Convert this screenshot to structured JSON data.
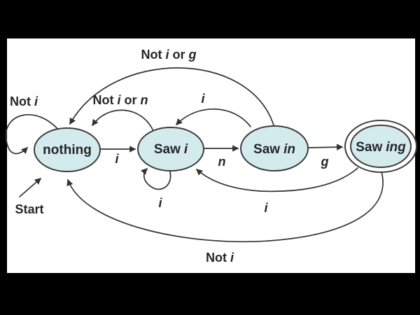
{
  "diagram": {
    "type": "finite-state-machine",
    "states": [
      {
        "main": "nothing",
        "italic": "",
        "accepting": false
      },
      {
        "main": "Saw",
        "italic": "i",
        "accepting": false
      },
      {
        "main": "Saw",
        "italic": "in",
        "accepting": false
      },
      {
        "main": "Saw",
        "italic": "ing",
        "accepting": true
      }
    ],
    "tokens": {
      "start": "Start",
      "not": "Not",
      "or": "or",
      "i": "i",
      "n": "n",
      "g": "g"
    },
    "transitions": [
      {
        "from": "nothing",
        "input": "Not i",
        "to": "nothing"
      },
      {
        "from": "nothing",
        "input": "i",
        "to": "Saw i"
      },
      {
        "from": "Saw i",
        "input": "i",
        "to": "Saw i"
      },
      {
        "from": "Saw i",
        "input": "n",
        "to": "Saw in"
      },
      {
        "from": "Saw i",
        "input": "Not i or n",
        "to": "nothing"
      },
      {
        "from": "Saw in",
        "input": "g",
        "to": "Saw ing"
      },
      {
        "from": "Saw in",
        "input": "i",
        "to": "Saw i"
      },
      {
        "from": "Saw in",
        "input": "Not i or g",
        "to": "nothing"
      },
      {
        "from": "Saw ing",
        "input": "i",
        "to": "Saw i"
      },
      {
        "from": "Saw ing",
        "input": "Not i",
        "to": "nothing"
      }
    ],
    "start_points_to": "nothing"
  },
  "palette": {
    "frame": "#000000",
    "canvas": "#ffffff",
    "state_fill": "#d4ebed",
    "state_stroke": "#3d3d3d",
    "arrow": "#333333",
    "text": "#262626"
  }
}
